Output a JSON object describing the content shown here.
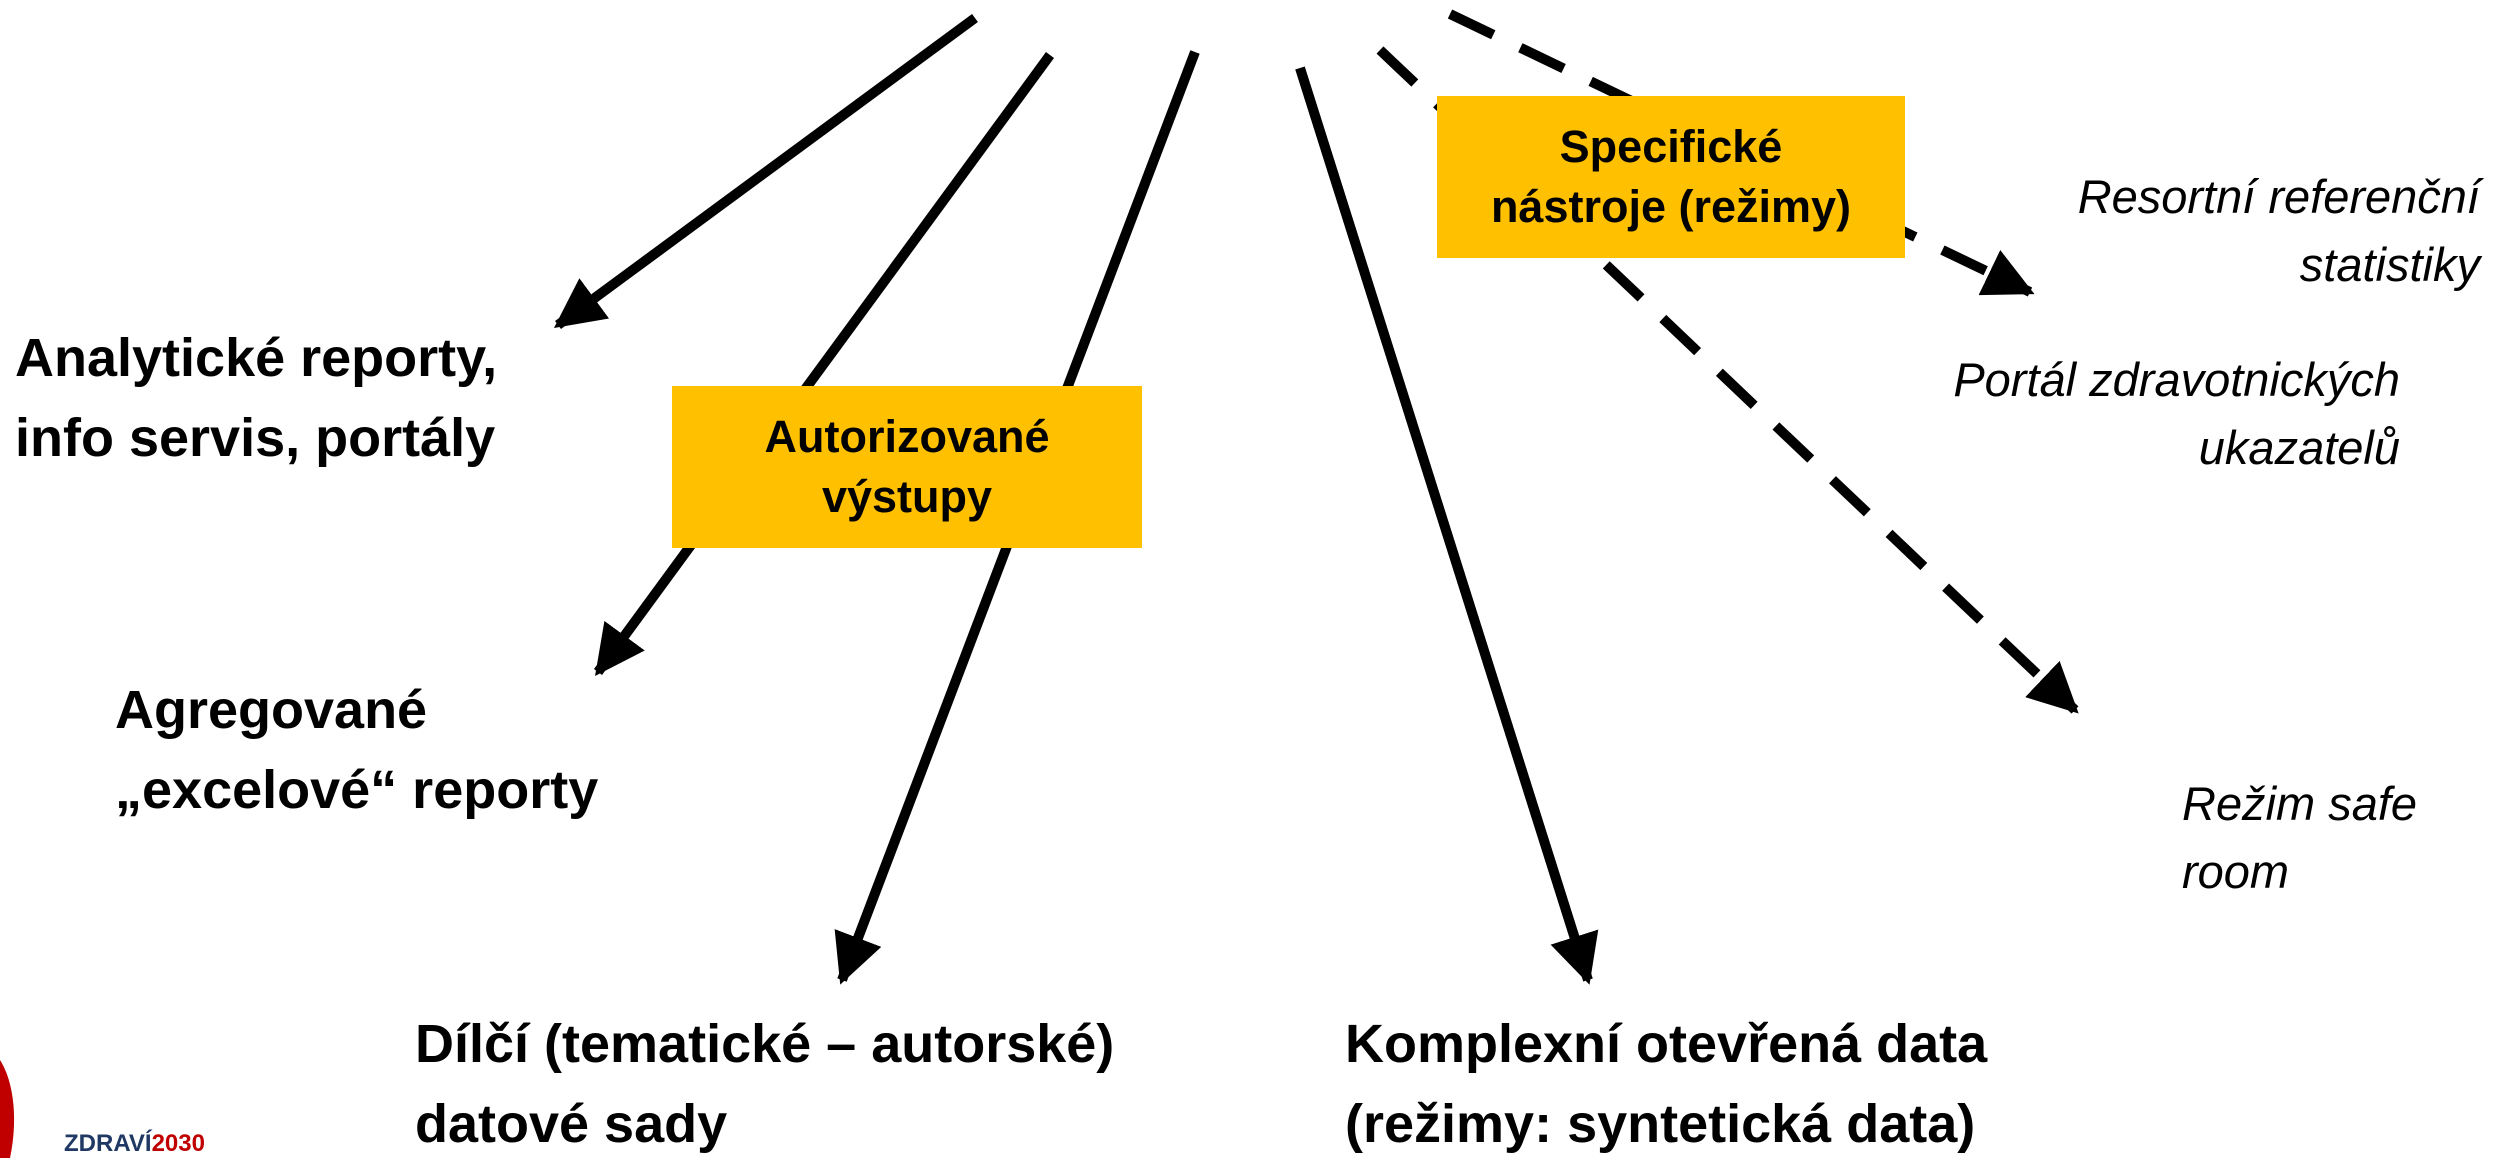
{
  "boxes": {
    "authorized": {
      "line1": "Autorizované",
      "line2": "výstupy"
    },
    "specific": {
      "line1": "Specifické",
      "line2": "nástroje (režimy)"
    }
  },
  "outputs": {
    "analytic": {
      "line1": "Analytické reporty,",
      "line2": "info servis, portály"
    },
    "aggregated": {
      "line1": "Agregované",
      "line2": "„excelové“ reporty"
    },
    "partial": {
      "line1": "Dílčí (tematické – autorské)",
      "line2": "datové sady"
    },
    "complex": {
      "line1": "Komplexní otevřená data",
      "line2": "(režimy: syntetická data)"
    }
  },
  "tools": {
    "resort": {
      "line1": "Resortní referenční",
      "line2": "statistiky"
    },
    "portal": {
      "line1": "Portál zdravotnických",
      "line2": "ukazatelů"
    },
    "saferoom": {
      "line1": "Režim safe",
      "line2": "room"
    }
  },
  "logo": {
    "part1": "ZDRAVÍ",
    "part2": "2030"
  },
  "colors": {
    "box_fill": "#FFC000",
    "arrow": "#000000",
    "logo_blue": "#1F3864",
    "logo_red": "#C00000"
  }
}
